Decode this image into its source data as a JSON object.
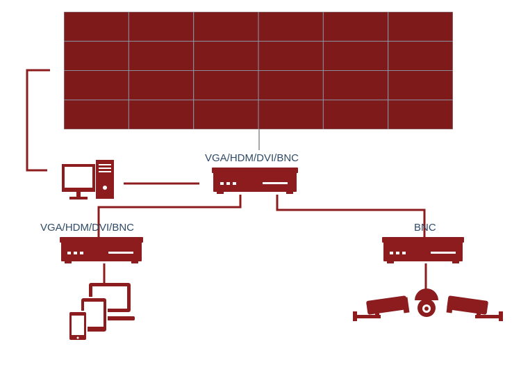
{
  "labels": {
    "main_switch": "VGA/HDM/DVI/BNC",
    "left_switch": "VGA/HDM/DVI/BNC",
    "right_switch": "BNC"
  },
  "video_wall": {
    "rows": 4,
    "columns": 6
  },
  "colors": {
    "device": "#8c1c1e",
    "panel": "#7f1a1b",
    "label_text": "#2f4a66",
    "seam": "#8a9aa8"
  },
  "icons": {
    "computer": "desktop-computer-icon",
    "devices": "multi-device-icon",
    "cameras": "cctv-cameras-icon"
  }
}
